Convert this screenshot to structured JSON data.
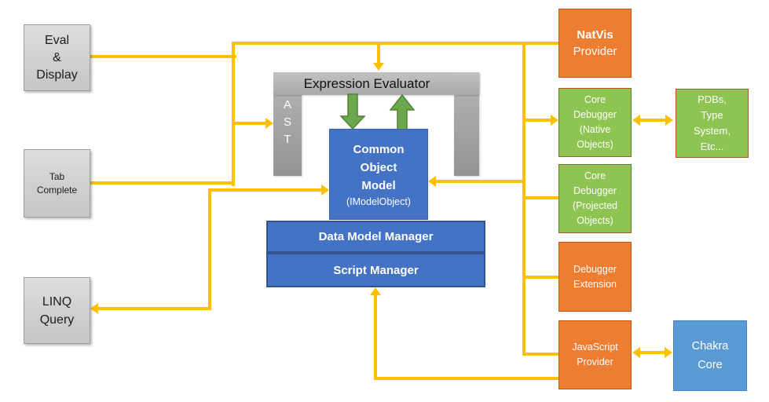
{
  "diagram": {
    "left_nodes": {
      "eval_display": {
        "label": "Eval\n&\nDisplay"
      },
      "tab_complete": {
        "label": "Tab\nComplete"
      },
      "linq_query": {
        "label": "LINQ\nQuery"
      }
    },
    "center": {
      "expression_evaluator": {
        "label": "Expression Evaluator"
      },
      "ast": {
        "label": "A\nS\nT"
      },
      "common_object_model": {
        "title": "Common\nObject\nModel",
        "subtitle": "(IModelObject)"
      },
      "data_model_manager": {
        "label": "Data Model Manager"
      },
      "script_manager": {
        "label": "Script Manager"
      }
    },
    "right_nodes": {
      "natvis_provider": {
        "title": "NatVis",
        "subtitle": "Provider"
      },
      "core_debugger_native": {
        "label": "Core\nDebugger\n(Native\nObjects)"
      },
      "core_debugger_projected": {
        "label": "Core\nDebugger\n(Projected\nObjects)"
      },
      "debugger_extension": {
        "label": "Debugger\nExtension"
      },
      "javascript_provider": {
        "label": "JavaScript\nProvider"
      }
    },
    "far_right_nodes": {
      "pdbs": {
        "label": "PDBs,\nType\nSystem,\nEtc..."
      },
      "chakra_core": {
        "label": "Chakra\nCore"
      }
    },
    "colors": {
      "connector": "#ffc000",
      "core_blue": "#4472c4",
      "light_blue": "#5b9bd5",
      "orange": "#ed7d31",
      "green": "#8dc452",
      "gray": "#d0d0d0",
      "green_arrow": "#6ba84d"
    }
  }
}
